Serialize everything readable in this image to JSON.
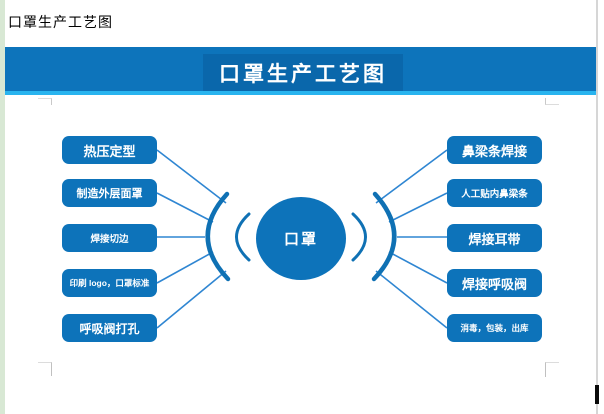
{
  "page": {
    "window_label": "口罩生产工艺图"
  },
  "header": {
    "title": "口罩生产工艺图"
  },
  "diagram": {
    "center_label": "口罩",
    "left_steps": [
      {
        "label": "热压定型"
      },
      {
        "label": "制造外层面罩"
      },
      {
        "label": "焊接切边"
      },
      {
        "label": "印刷 logo，口罩标准"
      },
      {
        "label": "呼吸阀打孔"
      }
    ],
    "right_steps": [
      {
        "label": "鼻梁条焊接"
      },
      {
        "label": "人工贴内鼻梁条"
      },
      {
        "label": "焊接耳带"
      },
      {
        "label": "焊接呼吸阀"
      },
      {
        "label": "消毒，包装，出库"
      }
    ]
  },
  "colors": {
    "banner_blue": "#0d74bb",
    "title_box_blue": "#0a67ab",
    "accent_light_blue": "#29b4ef",
    "node_blue": "#0d73ba",
    "connector_blue": "#2f86d2",
    "left_edge_green": "#d8e8d4"
  }
}
